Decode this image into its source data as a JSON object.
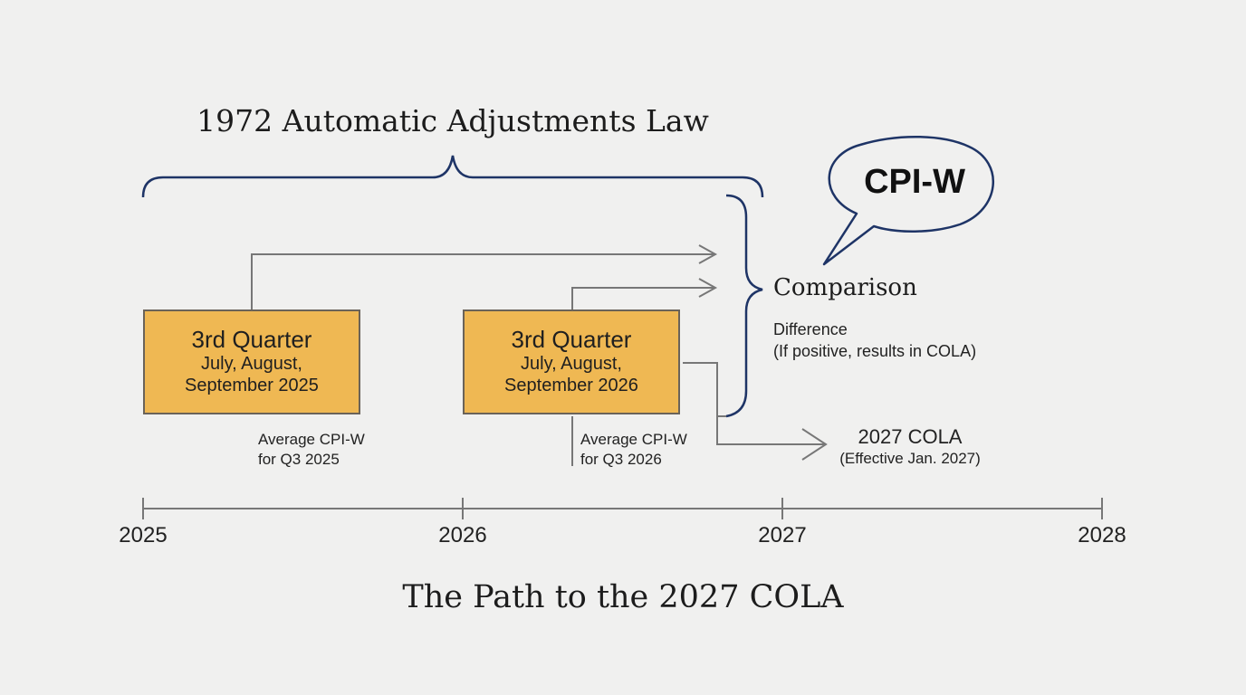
{
  "diagram": {
    "top_title": "1972 Automatic Adjustments Law",
    "bottom_title": "The Path to the 2027 COLA",
    "quarter_2025": {
      "title": "3rd Quarter",
      "line1": "July, August,",
      "line2": "September 2025",
      "avg_line1": "Average CPI-W",
      "avg_line2": "for Q3 2025"
    },
    "quarter_2026": {
      "title": "3rd Quarter",
      "line1": "July, August,",
      "line2": "September 2026",
      "avg_line1": "Average CPI-W",
      "avg_line2": "for Q3 2026"
    },
    "comparison": {
      "label": "Comparison",
      "diff_line1": "Difference",
      "diff_line2": "(If positive, results in COLA)"
    },
    "bubble": {
      "text": "CPI-W"
    },
    "cola": {
      "title": "2027 COLA",
      "subtitle": "(Effective Jan. 2027)"
    },
    "timeline": {
      "ticks": [
        "2025",
        "2026",
        "2027",
        "2028"
      ]
    }
  },
  "colors": {
    "background": "#f0f0ef",
    "box_fill": "#efb853",
    "box_border": "#6a6359",
    "navy": "#1e3466",
    "arrow_gray": "#777777"
  }
}
